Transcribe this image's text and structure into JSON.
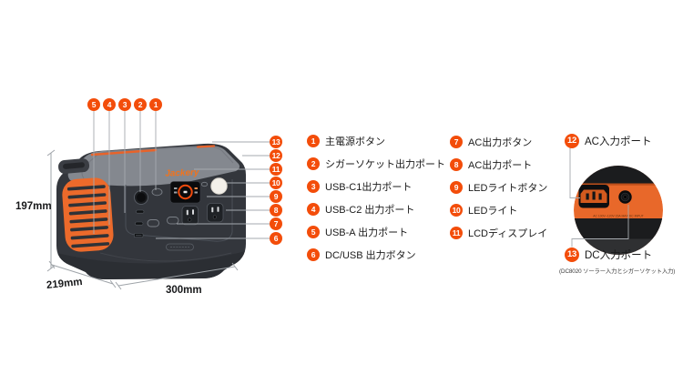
{
  "brand": "Jackery",
  "dimensions": {
    "height": "197mm",
    "depth": "219mm",
    "width": "300mm"
  },
  "legend": {
    "column1": [
      {
        "num": "1",
        "label": "主電源ボタン"
      },
      {
        "num": "2",
        "label": "シガーソケット出力ポート"
      },
      {
        "num": "3",
        "label": "USB-C1出力ポート"
      },
      {
        "num": "4",
        "label": "USB-C2 出力ポート"
      },
      {
        "num": "5",
        "label": "USB-A 出力ポート"
      },
      {
        "num": "6",
        "label": "DC/USB 出力ボタン"
      }
    ],
    "column2": [
      {
        "num": "7",
        "label": "AC出力ボタン"
      },
      {
        "num": "8",
        "label": "AC出力ポート"
      },
      {
        "num": "9",
        "label": "LEDライトボタン"
      },
      {
        "num": "10",
        "label": "LEDライト"
      },
      {
        "num": "11",
        "label": "LCDディスプレイ"
      }
    ],
    "column3": [
      {
        "num": "12",
        "label": "AC入力ポート"
      },
      {
        "num": "13",
        "label": "DC入力ポート",
        "note": "(DC8020 ソーラー入力とシガーソケット入力)"
      }
    ]
  },
  "diagram": {
    "top_badges": [
      "5",
      "4",
      "3",
      "2",
      "1"
    ],
    "side_badges": [
      "13",
      "12",
      "11",
      "10",
      "9",
      "8",
      "7",
      "6"
    ]
  },
  "rear_detail": {
    "panel_text": "AC 100V~120V 15A MAX   DC INPUT"
  },
  "colors": {
    "accent_orange": "#F34D0A",
    "grille_orange": "#EC6A2B",
    "body_dark": "#34373D",
    "top_gray": "#85898F"
  }
}
